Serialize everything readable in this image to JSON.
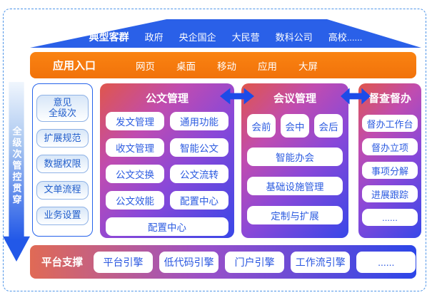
{
  "colors": {
    "royal_blue": "#2a60e8",
    "arrow_blue": "#1c4be8",
    "orange": "#f8790f",
    "module_gradient_start": "#e0564b",
    "module_gradient_mid": "#8a48d8",
    "module_gradient_end": "#3847e8",
    "pill_text_blue": "#2b5be0",
    "panel_border_blue": "#2563eb",
    "dashed_border": "#4d94e8"
  },
  "top_banner": {
    "label": "典型客群",
    "items": [
      "政府",
      "央企国企",
      "大民营",
      "数科公司",
      "高校......"
    ]
  },
  "entry_bar": {
    "label": "应用入口",
    "items": [
      "网页",
      "桌面",
      "移动",
      "应用",
      "大屏"
    ]
  },
  "left_rail": {
    "label": "全级次管控贯穿"
  },
  "control_panel": {
    "items": [
      "意见\n全级次",
      "扩展规范",
      "数据权限",
      "文单流程",
      "业务设置"
    ]
  },
  "modules": [
    {
      "title": "公文管理",
      "items": [
        "发文管理",
        "通用功能",
        "收文管理",
        "智能公文",
        "公文交换",
        "公文流转",
        "公文效能",
        "配置中心"
      ],
      "footer_item": "配置中心"
    },
    {
      "title": "会议管理",
      "small_items": [
        "会前",
        "会中",
        "会后"
      ],
      "items": [
        "智能办会",
        "基础设施管理",
        "定制与扩展"
      ]
    },
    {
      "title": "督查督办",
      "items": [
        "督办工作台",
        "督办立项",
        "事项分解",
        "进展跟踪",
        "......"
      ]
    }
  ],
  "platform_bar": {
    "label": "平台支撑",
    "items": [
      "平台引擎",
      "低代码引擎",
      "门户引擎",
      "工作流引擎",
      "......"
    ]
  }
}
